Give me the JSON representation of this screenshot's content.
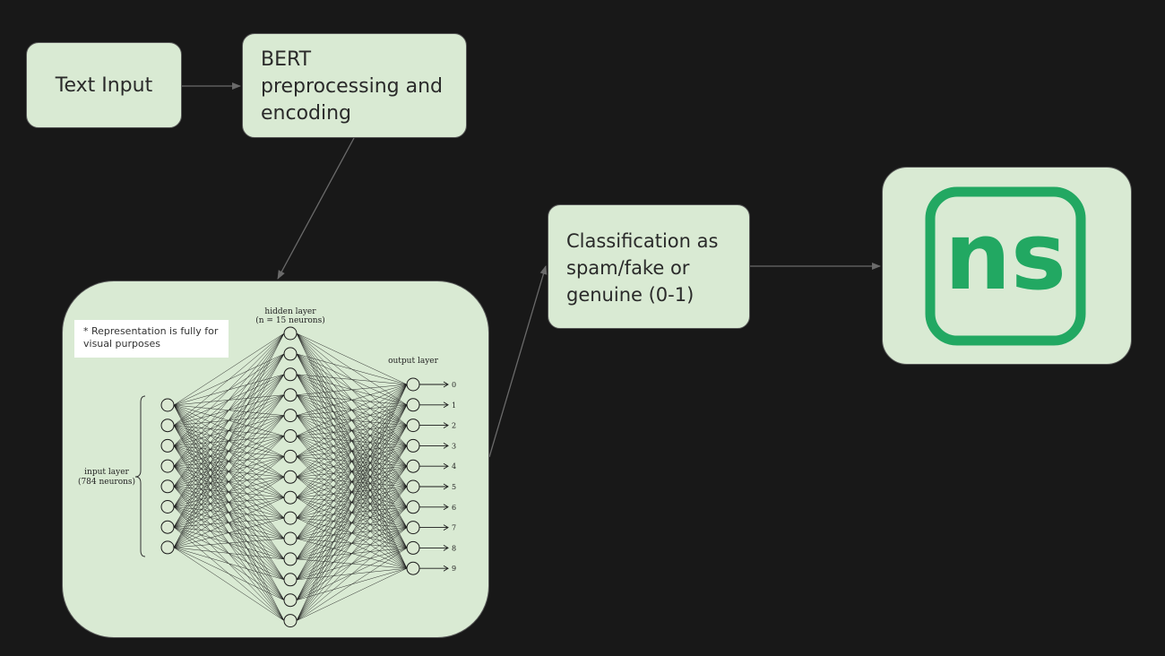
{
  "boxes": {
    "text_input": "Text Input",
    "bert": "BERT preprocessing and encoding",
    "classification": "Classification as spam/fake or genuine (0-1)"
  },
  "network": {
    "note": "* Representation is fully for visual purposes",
    "hidden_label_1": "hidden layer",
    "hidden_label_2": "(n = 15 neurons)",
    "output_label": "output layer",
    "input_label_1": "input layer",
    "input_label_2": "(784 neurons)",
    "outputs": [
      "0",
      "1",
      "2",
      "3",
      "4",
      "5",
      "6",
      "7",
      "8",
      "9"
    ]
  },
  "logo": {
    "text": "ns"
  },
  "colors": {
    "background": "#181818",
    "box_fill": "#d9ead3",
    "logo_green": "#22a862",
    "arrow": "#6a6a6a"
  }
}
